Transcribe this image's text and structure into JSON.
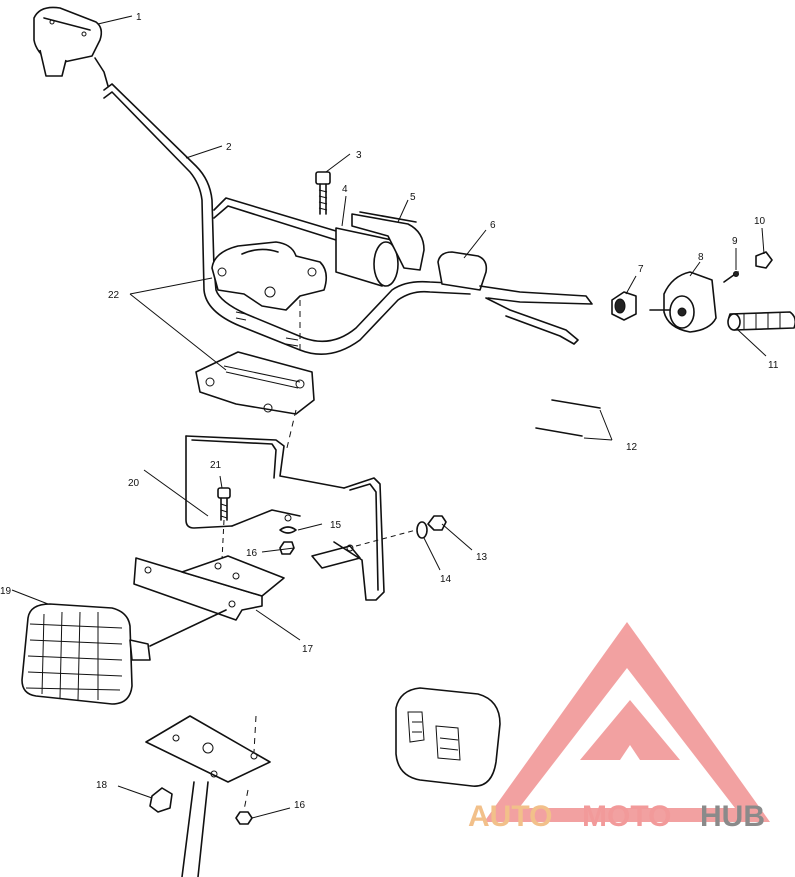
{
  "callouts": {
    "c1": "1",
    "c2": "2",
    "c3": "3",
    "c4": "4",
    "c5": "5",
    "c6": "6",
    "c7": "7",
    "c8": "8",
    "c9": "9",
    "c10": "10",
    "c11": "11",
    "c12": "12",
    "c13": "13",
    "c14": "14",
    "c15": "15",
    "c16a": "16",
    "c16b": "16",
    "c17": "17",
    "c18": "18",
    "c19": "19",
    "c20": "20",
    "c21": "21",
    "c22": "22"
  },
  "watermark": {
    "text_auto": "AUTO",
    "text_moto": "MOTO",
    "text_hub": "HUB",
    "color_auto": "#f2c08a",
    "color_moto": "#f29a9a",
    "color_hub": "#8a8a8a",
    "logo_color": "#f08a8a"
  }
}
